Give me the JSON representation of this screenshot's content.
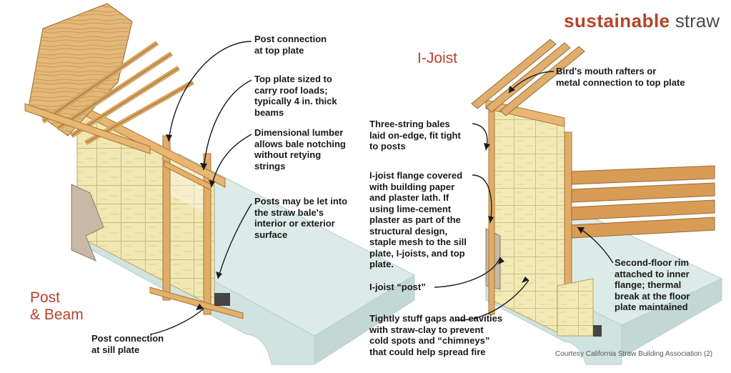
{
  "brand": {
    "word1": "sustainable",
    "word2": "straw"
  },
  "sections": {
    "left": [
      "Post",
      "& Beam"
    ],
    "right": "I-Joist"
  },
  "left_labels": [
    [
      "Post connection",
      "at top plate"
    ],
    [
      "Top plate sized to",
      "carry roof loads;",
      "typically 4 in. thick",
      "beams"
    ],
    [
      "Dimensional lumber",
      "allows bale notching",
      "without retying",
      "strings"
    ],
    [
      "Posts may be let into",
      "the straw bale's",
      "interior or exterior",
      "surface"
    ],
    [
      "Post connection",
      "at sill plate"
    ]
  ],
  "right_labels": [
    [
      "Bird's mouth rafters or",
      "metal connection to top plate"
    ],
    [
      "Three-string bales",
      "laid on-edge, fit tight",
      "to posts"
    ],
    [
      "I-joist flange covered",
      "with building paper",
      "and plaster lath. If",
      "using lime-cement",
      "plaster as part of the",
      "structural design,",
      "staple mesh to the sill",
      "plate, I-joists, and top",
      "plate."
    ],
    [
      "I-joist “post”"
    ],
    [
      "Second-floor rim",
      "attached to inner",
      "flange; thermal",
      "break at the floor",
      "plate maintained"
    ],
    [
      "Tightly stuff gaps and cavities",
      "with straw-clay to prevent",
      "cold spots and “chimneys”",
      "that could help spread fire"
    ]
  ],
  "credit": "Courtesy California Straw Building Association (2)",
  "colors": {
    "accent": "#b5432a",
    "wood": "#e0b070",
    "straw": "#efe6ae",
    "concrete": "#dcebe8",
    "plaster": "#c7b7a5"
  }
}
